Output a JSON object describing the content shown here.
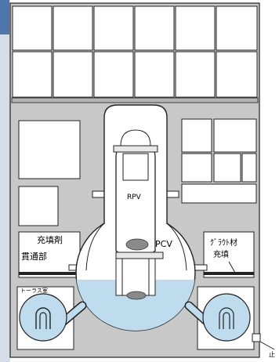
{
  "colors": {
    "left_panel": "#d6dde8",
    "accent_bar": "#4f76ad",
    "concrete": "#c8c8c8",
    "room": "#ffffff",
    "outline": "#222222",
    "water": "#bfdcef",
    "debris": "#8a8a8a"
  },
  "labels": {
    "rpv": "RPV",
    "pcv": "PCV",
    "filler": "充填剤",
    "penetration": "貫通部",
    "grout_line1": "ｸﾞﾗｳﾄ材",
    "grout_line2": "充填",
    "torus_room": "トーラス室",
    "corner_mark": "止"
  },
  "icons": {
    "torus_rings": "circle-ring-icon",
    "corner_pointer": "leader-line"
  }
}
